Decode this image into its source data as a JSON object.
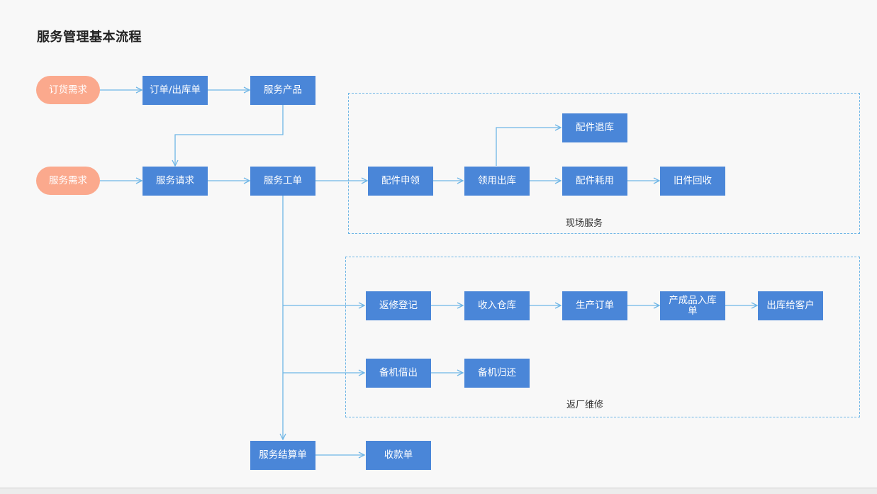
{
  "title": "服务管理基本流程",
  "colors": {
    "box": "#4a86d8",
    "pill": "#fba98d",
    "arrow": "#6fb6e6",
    "group_border": "#6fb6e6"
  },
  "groups": {
    "onsite": "现场服务",
    "factory": "返厂维修"
  },
  "nodes": {
    "order_demand": "订货需求",
    "order_outbound": "订单/出库单",
    "service_product": "服务产品",
    "service_demand": "服务需求",
    "service_request": "服务请求",
    "work_order": "服务工单",
    "parts_request": "配件申领",
    "issue_outbound": "领用出库",
    "parts_return": "配件退库",
    "parts_consume": "配件耗用",
    "old_parts": "旧件回收",
    "repair_register": "返修登记",
    "receive_stock": "收入仓库",
    "production_order": "生产订单",
    "finished_inbound": "产成品入库单",
    "ship_customer": "出库给客户",
    "spare_lend": "备机借出",
    "spare_return": "备机归还",
    "settlement": "服务结算单",
    "receipt": "收款单"
  }
}
